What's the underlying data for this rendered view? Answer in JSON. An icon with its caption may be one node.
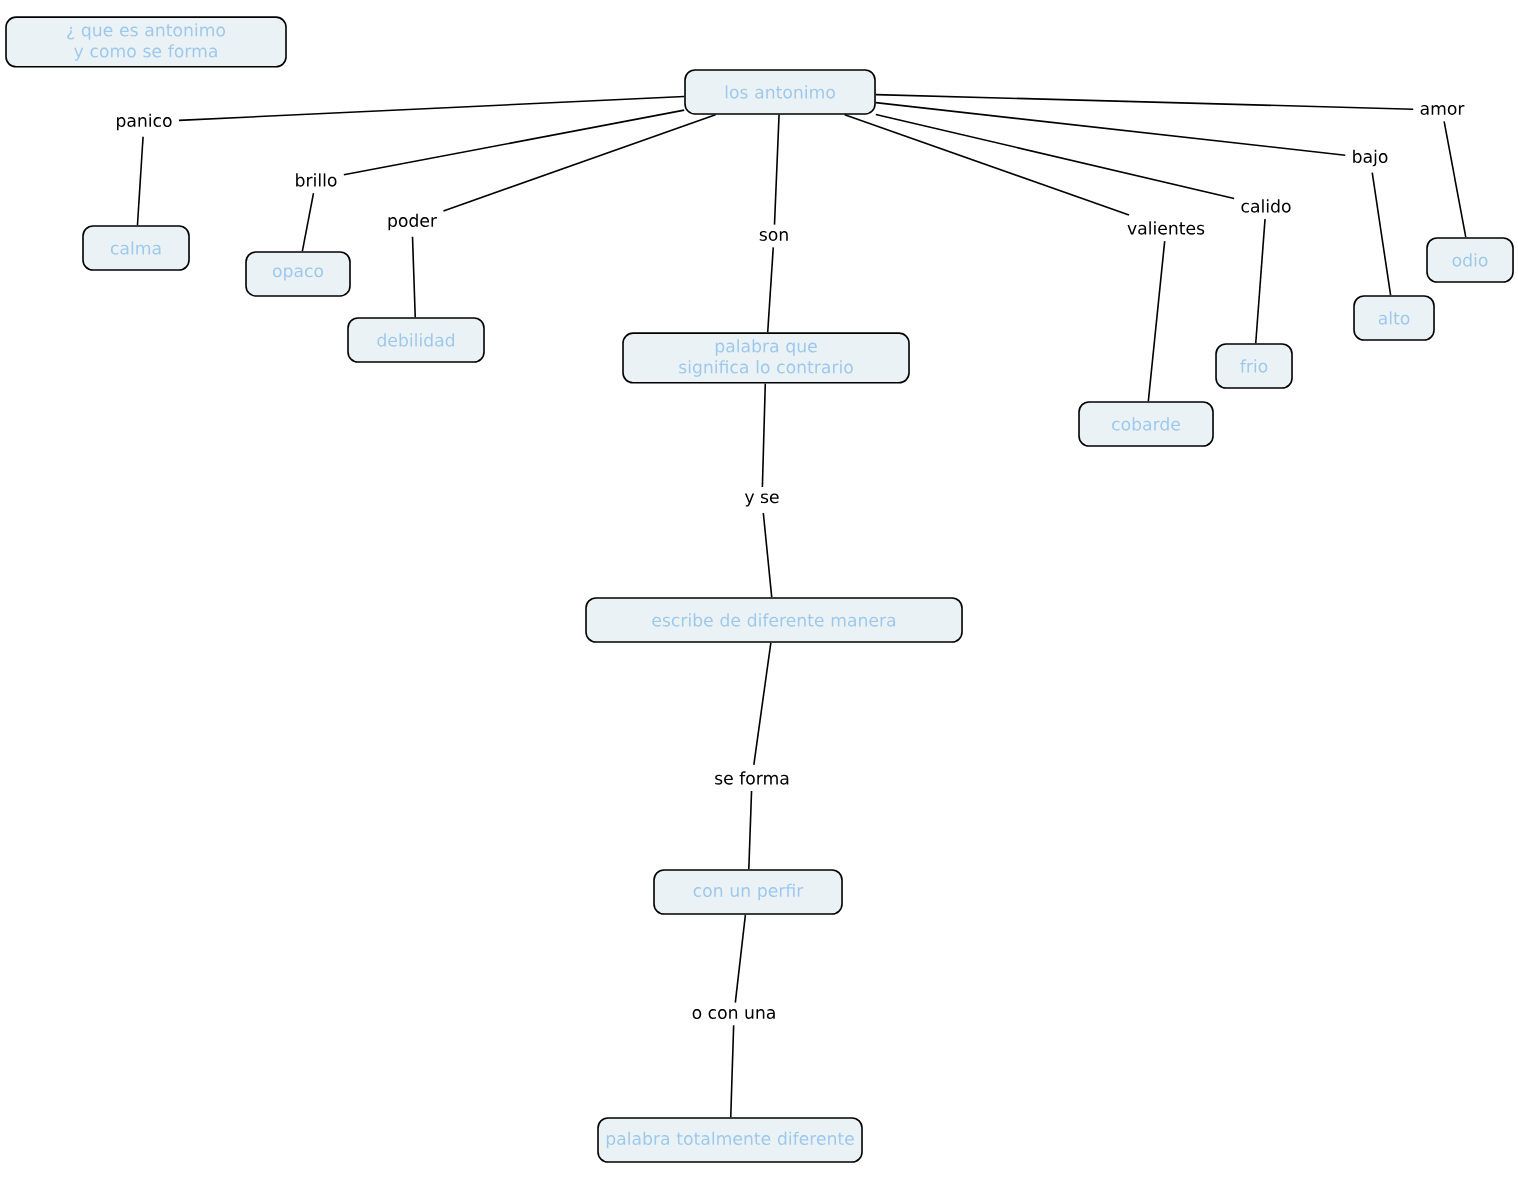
{
  "diagram": {
    "nodes": [
      {
        "text": [
          "¿ que es antonimo y como se forma"
        ]
      },
      {
        "text": [
          "los antonimo"
        ]
      },
      {
        "text": [
          "panico"
        ]
      },
      {
        "text": [
          "calma"
        ]
      },
      {
        "text": [
          "brillo"
        ]
      },
      {
        "text": [
          "opaco"
        ]
      },
      {
        "text": [
          "poder"
        ]
      },
      {
        "text": [
          "debilidad"
        ]
      },
      {
        "text": [
          "son"
        ]
      },
      {
        "text": [
          "palabra que significa lo contrario"
        ]
      },
      {
        "text": [
          "valientes"
        ]
      },
      {
        "text": [
          "cobarde"
        ]
      },
      {
        "text": [
          "calido"
        ]
      },
      {
        "text": [
          "frio"
        ]
      },
      {
        "text": [
          "bajo"
        ]
      },
      {
        "text": [
          "alto"
        ]
      },
      {
        "text": [
          "amor"
        ]
      },
      {
        "text": [
          "odio"
        ]
      },
      {
        "text": [
          "y se"
        ]
      },
      {
        "text": [
          "escribe de diferente manera"
        ]
      },
      {
        "text": [
          "se forma"
        ]
      },
      {
        "text": [
          "con un perfir"
        ]
      },
      {
        "text": [
          "o con una"
        ]
      },
      {
        "text": [
          "palabra totalmente diferente"
        ]
      }
    ],
    "edges": [
      {
        "from": 1,
        "to": 2,
        "arrow": "none"
      },
      {
        "from": 2,
        "to": 3,
        "arrow": "none"
      },
      {
        "from": 1,
        "to": 4,
        "arrow": "none"
      },
      {
        "from": 4,
        "to": 5,
        "arrow": "none"
      },
      {
        "from": 1,
        "to": 6,
        "arrow": "none"
      },
      {
        "from": 6,
        "to": 7,
        "arrow": "none"
      },
      {
        "from": 1,
        "to": 8,
        "arrow": "none"
      },
      {
        "from": 8,
        "to": 9,
        "arrow": "none"
      },
      {
        "from": 1,
        "to": 10,
        "arrow": "none"
      },
      {
        "from": 10,
        "to": 11,
        "arrow": "none"
      },
      {
        "from": 1,
        "to": 12,
        "arrow": "none"
      },
      {
        "from": 12,
        "to": 13,
        "arrow": "none"
      },
      {
        "from": 1,
        "to": 14,
        "arrow": "none"
      },
      {
        "from": 14,
        "to": 15,
        "arrow": "none"
      },
      {
        "from": 1,
        "to": 16,
        "arrow": "none"
      },
      {
        "from": 16,
        "to": 17,
        "arrow": "none"
      },
      {
        "from": 9,
        "to": 18,
        "arrow": "none"
      },
      {
        "from": 18,
        "to": 19,
        "arrow": "none"
      },
      {
        "from": 19,
        "to": 20,
        "arrow": "none"
      },
      {
        "from": 20,
        "to": 21,
        "arrow": "none"
      },
      {
        "from": 21,
        "to": 22,
        "arrow": "none"
      },
      {
        "from": 22,
        "to": 23,
        "arrow": "none"
      }
    ]
  }
}
